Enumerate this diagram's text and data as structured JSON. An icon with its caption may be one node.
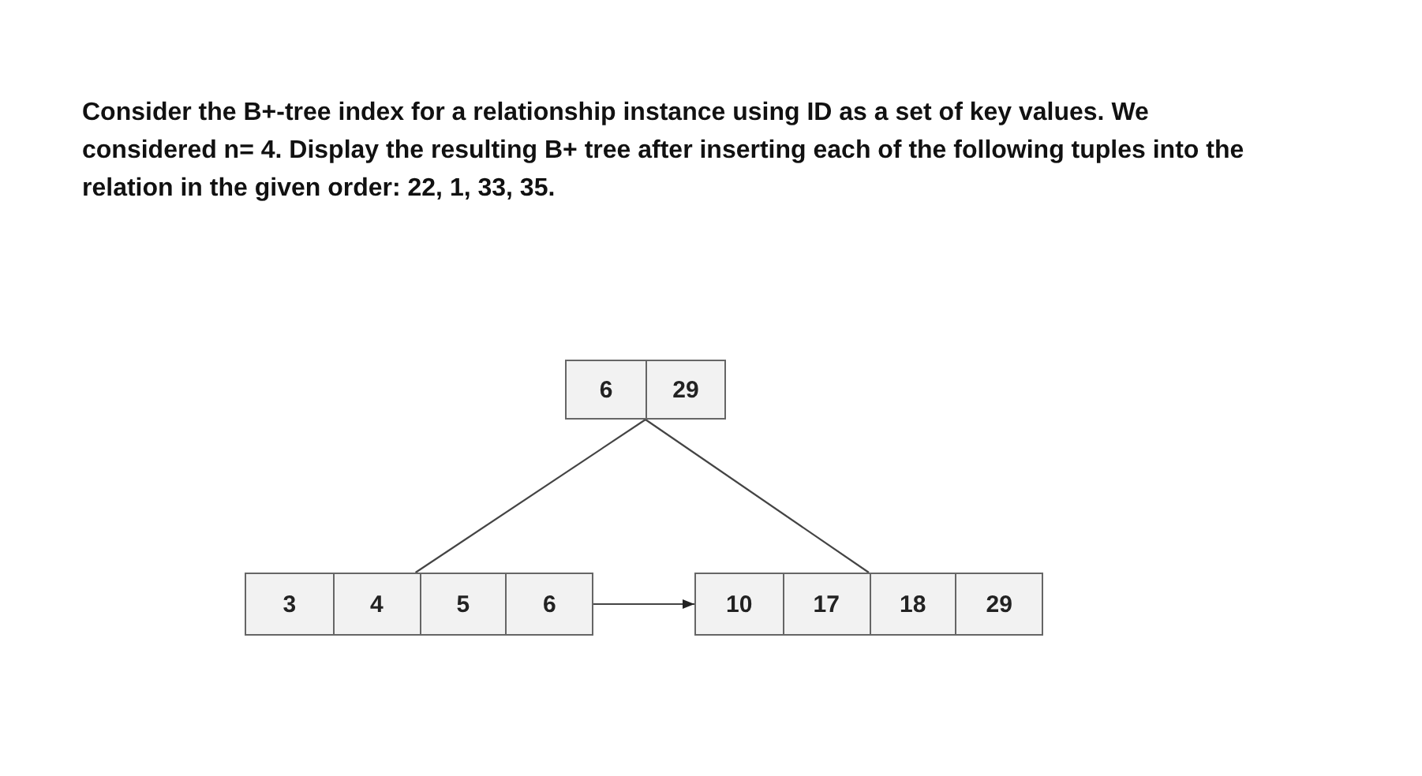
{
  "diagram": {
    "title": "Consider the B+-tree index for a relationship instance using ID as a set of key values. We considered n= 4. Display the resulting B+ tree after inserting each of the following tuples into the relation in the given order: 22, 1, 33, 35.",
    "nodes": [
      {
        "text": [],
        "shape": "box"
      },
      {
        "text": [
          "6"
        ],
        "in": 0
      },
      {
        "text": [
          "29"
        ],
        "in": 0
      },
      {
        "text": [],
        "shape": "box"
      },
      {
        "text": [
          "3"
        ],
        "in": 3
      },
      {
        "text": [
          "4"
        ],
        "in": 3
      },
      {
        "text": [
          "5"
        ],
        "in": 3
      },
      {
        "text": [
          "6"
        ],
        "in": 3
      },
      {
        "text": [],
        "shape": "box"
      },
      {
        "text": [
          "10"
        ],
        "in": 8
      },
      {
        "text": [
          "17"
        ],
        "in": 8
      },
      {
        "text": [
          "18"
        ],
        "in": 8
      },
      {
        "text": [
          "29"
        ],
        "in": 8
      }
    ],
    "edges": [
      {
        "from": 0,
        "to": 3,
        "arrow": "none"
      },
      {
        "from": 0,
        "to": 8,
        "arrow": "none"
      },
      {
        "from": 3,
        "to": 8,
        "arrow": "to"
      }
    ]
  }
}
